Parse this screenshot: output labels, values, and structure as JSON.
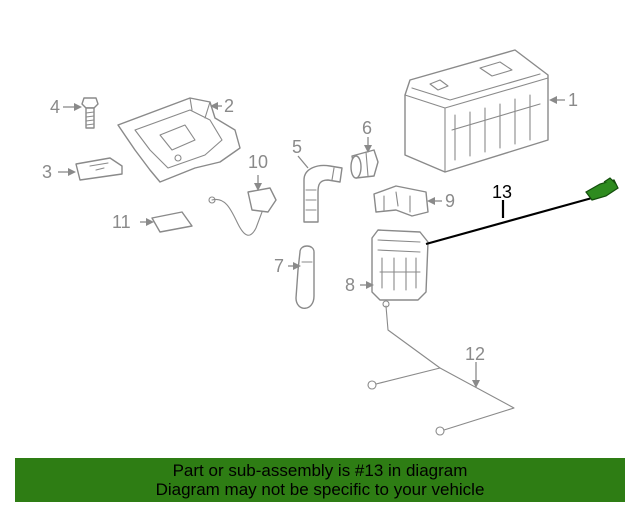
{
  "diagram": {
    "callouts": {
      "c1": "1",
      "c2": "2",
      "c3": "3",
      "c4": "4",
      "c5": "5",
      "c6": "6",
      "c7": "7",
      "c8": "8",
      "c9": "9",
      "c10": "10",
      "c11": "11",
      "c12": "12",
      "c13": "13"
    },
    "highlighted_part": "13",
    "highlight_color": "#2e8b1f",
    "line_color": "#8a8a8a"
  },
  "banner": {
    "line1": "Part or sub-assembly is #13 in diagram",
    "line2": "Diagram may not be specific to your vehicle",
    "background": "#2e7d14"
  }
}
